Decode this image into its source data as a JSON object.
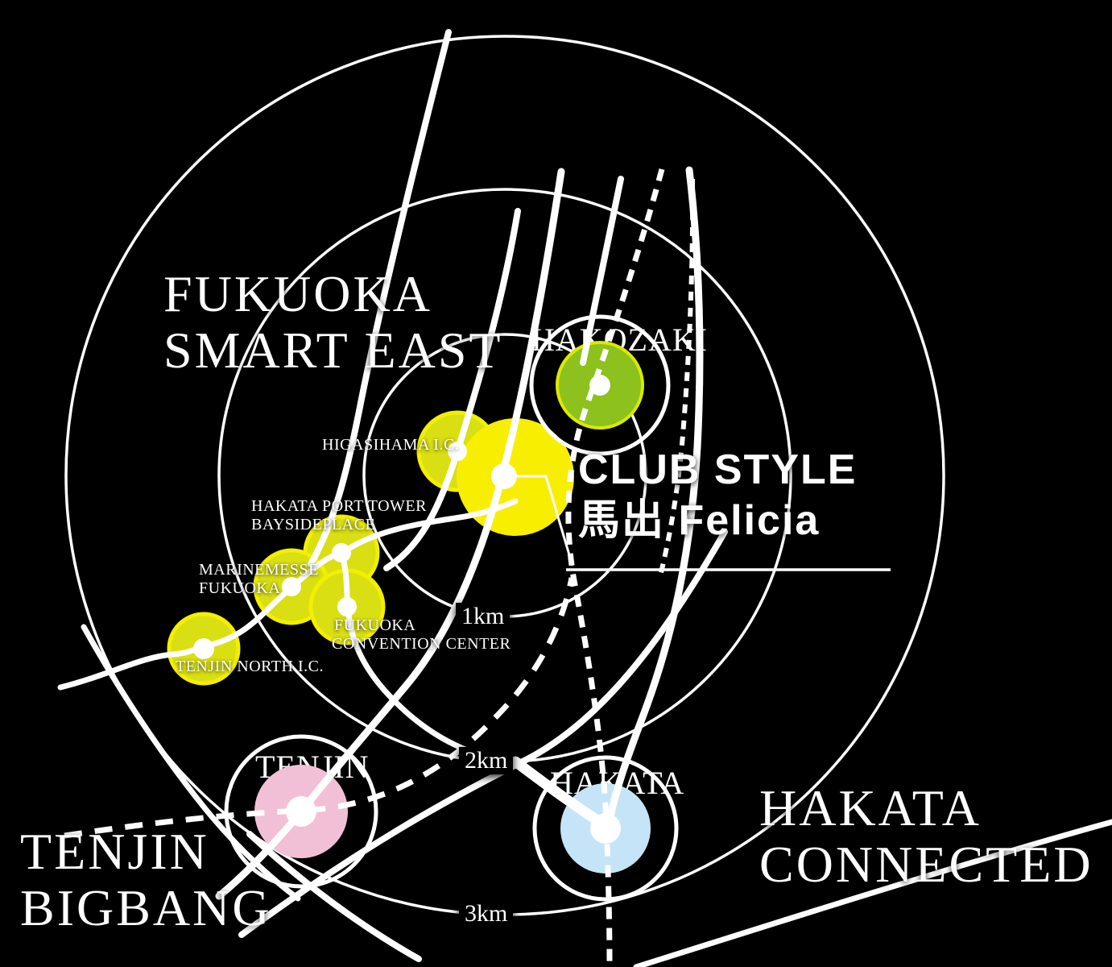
{
  "map_title": "CLUB STYLE 馬出 Felicia access map",
  "areas": {
    "smart_east": {
      "line1": "FUKUOKA",
      "line2": "SMART EAST"
    },
    "bigbang": {
      "line1": "TENJIN",
      "line2": "BIGBANG"
    },
    "connected": {
      "line1": "HAKATA",
      "line2": "CONNECTED"
    }
  },
  "property": {
    "line1": "CLUB STYLE",
    "line2": "馬出 Felicia"
  },
  "stations": {
    "hakozaki": {
      "label": "HAKOZAKI"
    },
    "tenjin": {
      "label": "TENJIN"
    },
    "hakata": {
      "label": "HAKATA"
    }
  },
  "facilities": {
    "higasihama": {
      "label": "HIGASIHAMA I.C."
    },
    "baysideplace": {
      "line1": "HAKATA PORT TOWER",
      "line2": "BAYSIDEPLACE"
    },
    "marinemesse": {
      "line1": "MARINEMESSE",
      "line2": "FUKUOKA"
    },
    "convention": {
      "line1": "FUKUOKA",
      "line2": "CONVENTION CENTER"
    },
    "tenjin_north": {
      "label": "TENJIN NORTH I.C."
    }
  },
  "distance_rings": {
    "r1": "1km",
    "r2": "2km",
    "r3": "3km"
  },
  "colors": {
    "background": "#000000",
    "line_white": "#ffffff",
    "station_green": "#8cc11e",
    "station_green_ring": "#dce900",
    "station_pink": "#f2c0d6",
    "station_blue": "#c5e4f7",
    "property_yellow": "#f8ee00",
    "facility_yellow": "#d9df12",
    "facility_ring": "#f2ef00"
  }
}
